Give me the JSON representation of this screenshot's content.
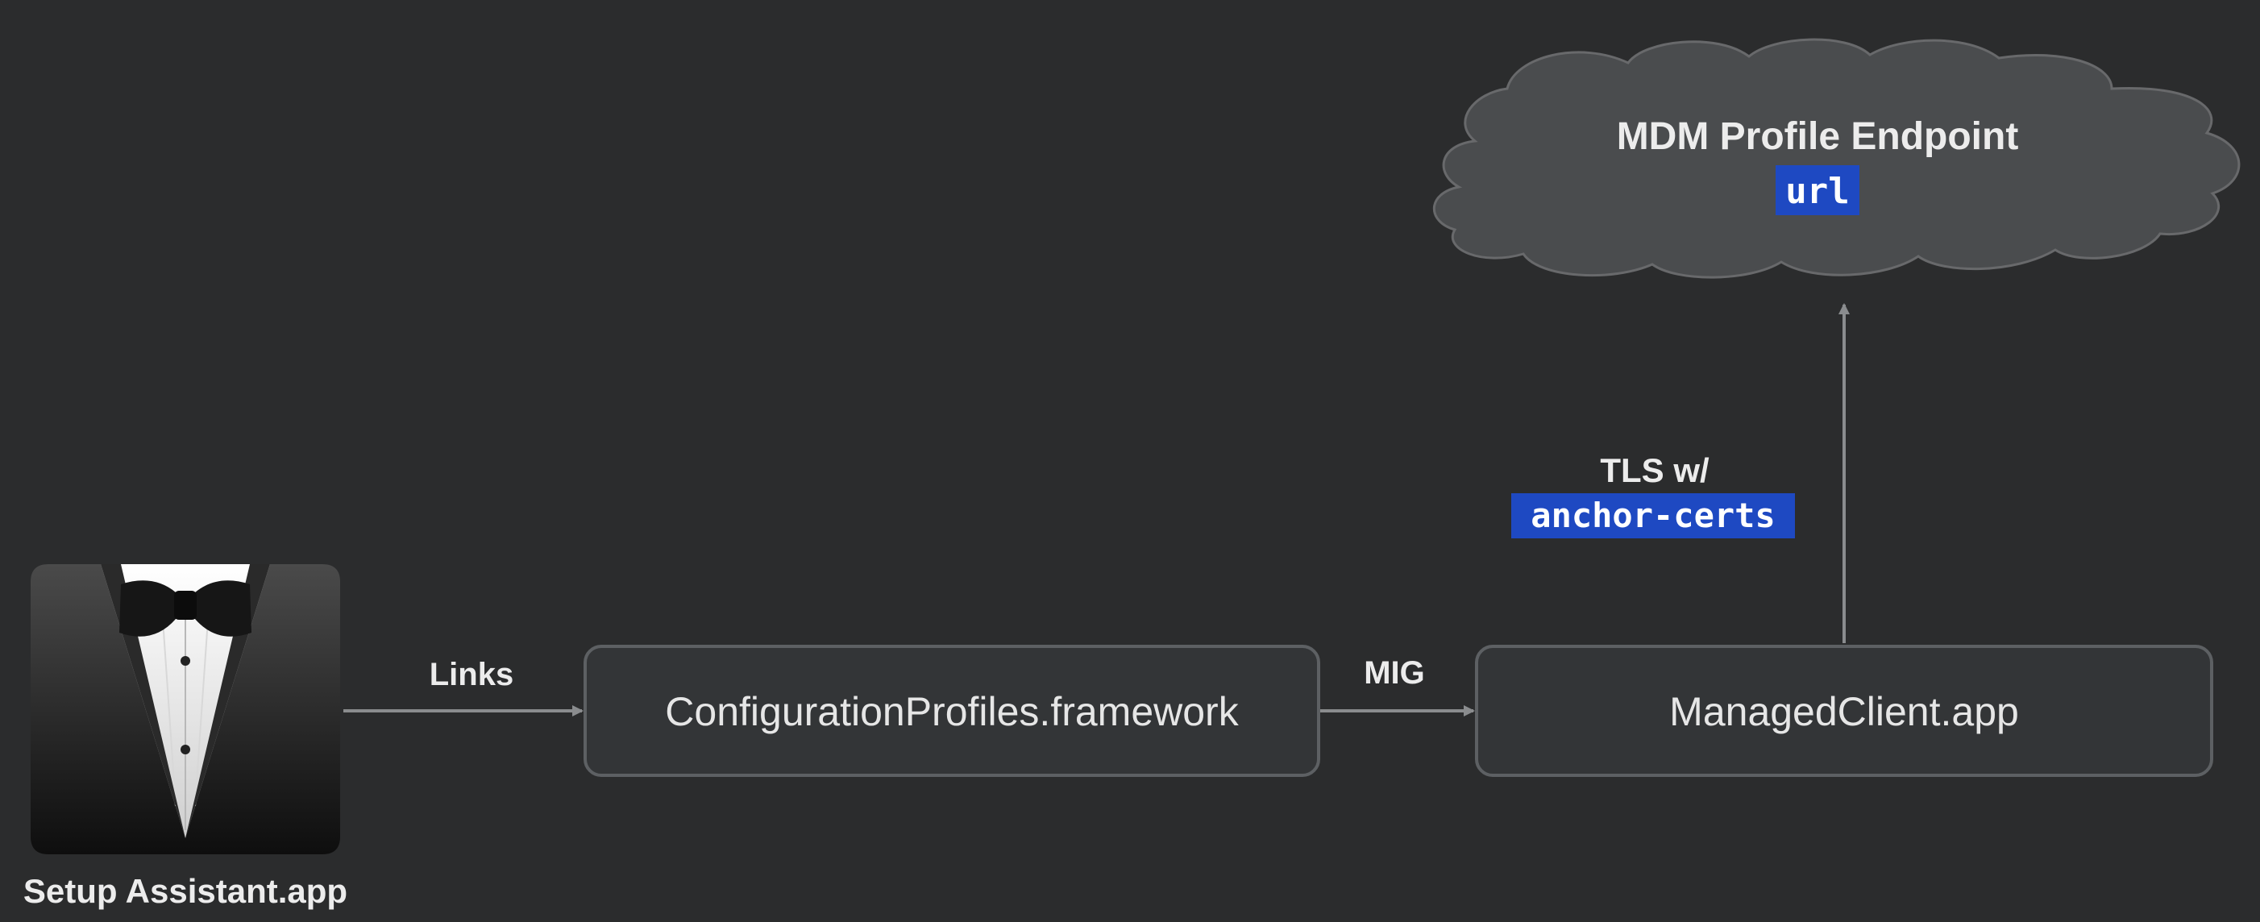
{
  "app_icon": {
    "name": "Setup Assistant.app",
    "icon": "tuxedo-icon"
  },
  "edges": {
    "links_label": "Links",
    "mig_label": "MIG",
    "tls_label": "TLS w/",
    "tls_code": "anchor-certs"
  },
  "nodes": {
    "configuration_profiles": "ConfigurationProfiles.framework",
    "managed_client": "ManagedClient.app",
    "endpoint_title": "MDM Profile Endpoint",
    "endpoint_code": "url"
  },
  "colors": {
    "background": "#2b2c2d",
    "box_fill": "#333537",
    "box_stroke": "#5d6063",
    "cloud_fill": "#4a4c4e",
    "cloud_stroke": "#68696b",
    "arrow": "#8a8c8e",
    "code_highlight": "#1e49c2"
  }
}
